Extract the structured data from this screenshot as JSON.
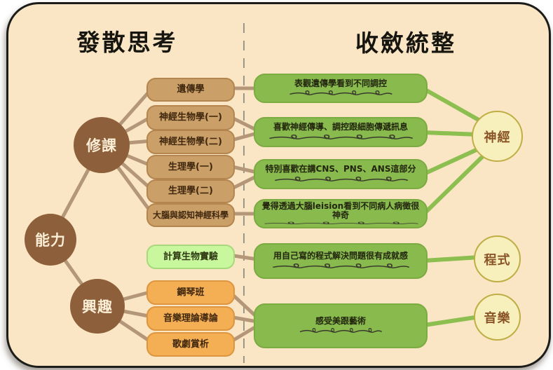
{
  "header": {
    "divergent_title": "發散思考",
    "convergent_title": "收斂統整"
  },
  "mindmap": {
    "root": {
      "label": "能力"
    },
    "branches": {
      "courses": {
        "label": "修課"
      },
      "interests": {
        "label": "興趣"
      }
    },
    "course_items": [
      "遺傳學",
      "神經生物學(一)",
      "神經生物學(二)",
      "生理學(一)",
      "生理學(二)",
      "大腦與認知神經科學"
    ],
    "lab_item": "計算生物實驗",
    "interest_items": [
      "鋼琴班",
      "音樂理論導論",
      "歌劇賞析"
    ],
    "insights": [
      "表觀遺傳學看到不同調控",
      "喜歡神經傳導、調控跟細胞傳遞訊息",
      "特別喜歡在講CNS、PNS、ANS這部分",
      "覺得透過大腦leision看到不同病人病徵很神奇",
      "用自己寫的程式解決問題很有成就感",
      "感受美跟藝術"
    ],
    "themes": [
      "神經",
      "程式",
      "音樂"
    ]
  },
  "colors": {
    "background": "#fae6c4",
    "brown_node": "#8d5f3a",
    "tan_box": "#cb9f68",
    "orange_box": "#f4ae54",
    "light_green_box": "#c9f79e",
    "green_box": "#88ba4e",
    "theme_circle": "#f7f0bd",
    "left_line": "#b39778",
    "right_line": "#8cbe50",
    "divider": "#98988a"
  }
}
